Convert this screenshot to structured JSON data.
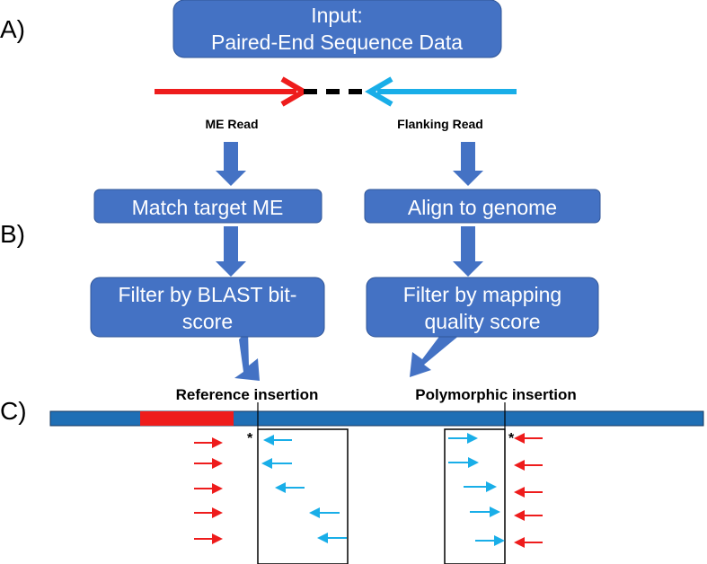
{
  "panels": {
    "a": "A)",
    "b": "B)",
    "c": "C)"
  },
  "input_box": {
    "line1": "Input:",
    "line2": "Paired-End Sequence Data"
  },
  "reads": {
    "me_read": "ME Read",
    "flanking_read": "Flanking Read"
  },
  "steps": {
    "match_target": "Match target ME",
    "align_genome": "Align to genome",
    "filter_blast_line1": "Filter by BLAST bit-",
    "filter_blast_line2": "score",
    "filter_mapping_line1": "Filter by mapping",
    "filter_mapping_line2": "quality score"
  },
  "insertions": {
    "reference": "Reference insertion",
    "polymorphic": "Polymorphic insertion"
  },
  "markers": {
    "star": "*"
  },
  "colors": {
    "box_fill": "#4472c4",
    "arrow_blue": "#4472c4",
    "genome_bar": "#1f6fb5",
    "me_element": "#ee1c1c",
    "me_read": "#ee1c1c",
    "flanking_read": "#19aee8"
  }
}
